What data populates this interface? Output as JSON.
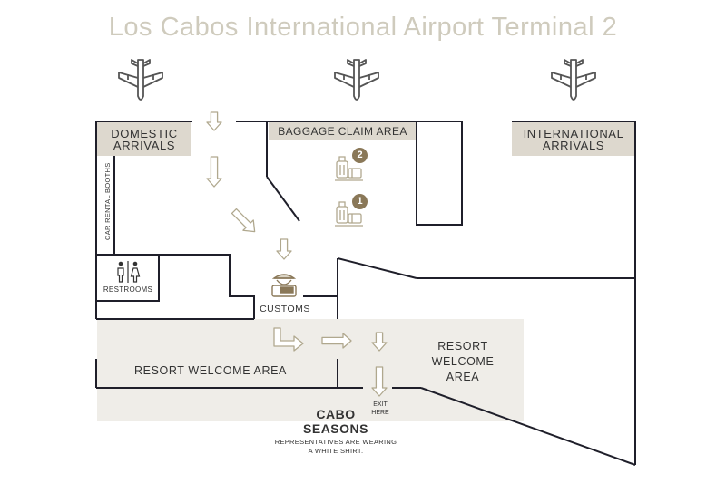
{
  "title": "Los Cabos International Airport Terminal 2",
  "areas": {
    "domestic_line1": "DOMESTIC",
    "domestic_line2": "ARRIVALS",
    "baggage": "BAGGAGE CLAIM AREA",
    "international_line1": "INTERNATIONAL",
    "international_line2": "ARRIVALS",
    "car_rental": "CAR RENTAL BOOTHS",
    "restrooms": "RESTROOMS",
    "customs": "CUSTOMS",
    "resort_welcome_left": "RESORT WELCOME AREA",
    "resort_welcome_right_1": "RESORT",
    "resort_welcome_right_2": "WELCOME",
    "resort_welcome_right_3": "AREA",
    "exit_line1": "EXIT",
    "exit_line2": "HERE"
  },
  "carousels": {
    "one": "1",
    "two": "2"
  },
  "cabo": {
    "line1": "CABO",
    "line2": "SEASONS",
    "note_line1": "REPRESENTATIVES ARE WEARING",
    "note_line2": "A WHITE SHIRT."
  },
  "colors": {
    "wall": "#1f1f2a",
    "header_fill": "#ddd8ce",
    "welcome_fill": "#efede8",
    "arrow": "#b0a88e",
    "accent": "#8a7858",
    "title": "#cfcbbd"
  },
  "icons": [
    "airplane-icon",
    "arrow-down-icon",
    "arrow-diagonal-icon",
    "arrow-right-icon",
    "luggage-icon",
    "restroom-icon",
    "customs-officer-icon"
  ]
}
